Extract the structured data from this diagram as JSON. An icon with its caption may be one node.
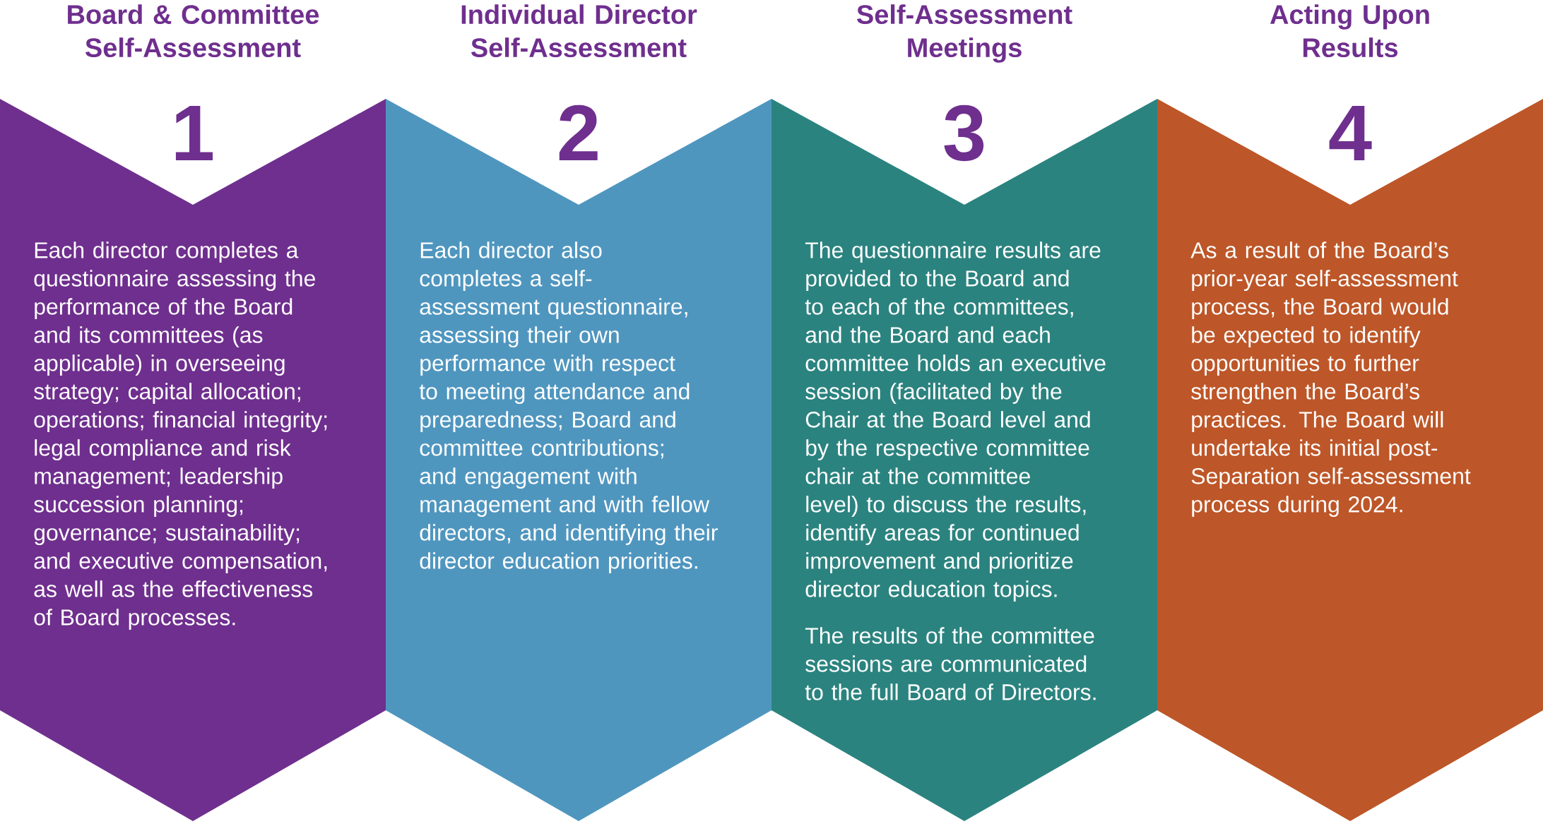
{
  "diagram": {
    "nodes": [
      {
        "text": [
          "Board & Committee Self-Assessment",
          "1",
          "Each director completes a questionnaire assessing the performance of the Board and its committees (as applicable) in overseeing strategy; capital allocation; operations; financial integrity; legal compliance and risk management; leadership succession planning; governance; sustainability; and executive compensation, as well as the effectiveness of Board processes."
        ]
      },
      {
        "text": [
          "Individual Director Self-Assessment",
          "2",
          "Each director also completes a self-assessment questionnaire, assessing their own performance with respect to meeting attendance and preparedness; Board and committee contributions; and engagement with management and with fellow directors, and identifying their director education priorities."
        ]
      },
      {
        "text": [
          "Self-Assessment Meetings",
          "3",
          "The questionnaire results are provided to the Board and to each of the committees, and the Board and each committee holds an executive session (facilitated by the Chair at the Board level and by the respective committee chair at the committee level) to discuss the results, identify areas for continued improvement and prioritize director education topics.",
          "The results of the committee sessions are communicated to the full Board of Directors."
        ]
      },
      {
        "text": [
          "Acting Upon Results",
          "4",
          "As a result of the Board’s prior-year self-assessment process, the Board would be expected to identify opportunities to further strengthen the Board’s practices. The Board will undertake its initial post-Separation self-assessment process during 2024."
        ]
      }
    ]
  }
}
